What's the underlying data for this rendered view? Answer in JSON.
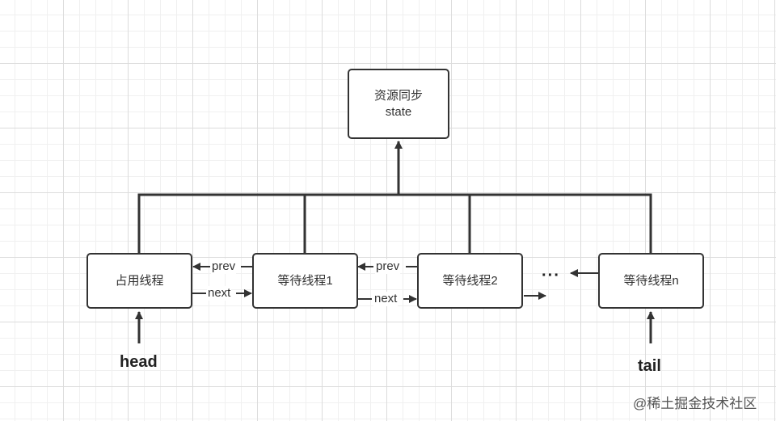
{
  "state_box": {
    "line1": "资源同步",
    "line2": "state"
  },
  "nodes": [
    "占用线程",
    "等待线程1",
    "等待线程2",
    "等待线程n"
  ],
  "links": {
    "prev": "prev",
    "next": "next"
  },
  "ellipsis": "···",
  "pointers": {
    "head": "head",
    "tail": "tail"
  },
  "watermark": "@稀土掘金技术社区"
}
